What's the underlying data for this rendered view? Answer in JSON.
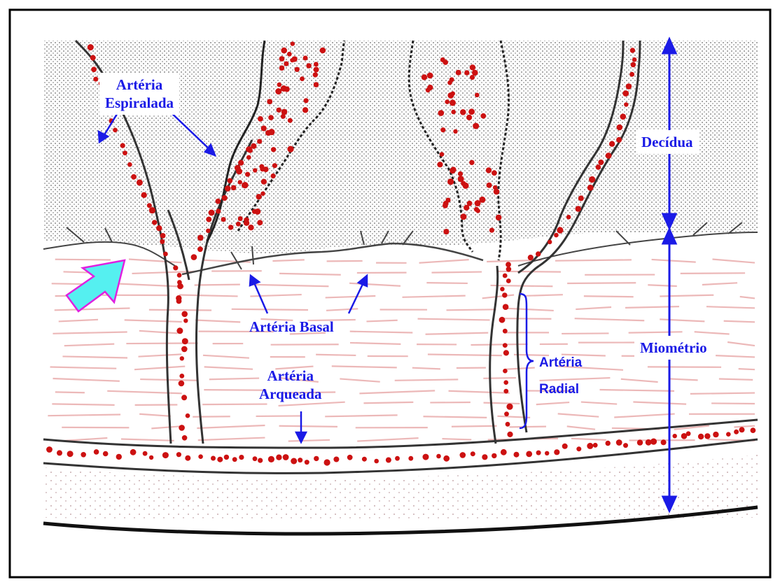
{
  "labels": {
    "arteria_espiralada": [
      "Artéria",
      "Espiralada"
    ],
    "decidua": "Decídua",
    "arteria_basal": "Artéria Basal",
    "miometrio": "Miométrio",
    "arteria_radial": [
      "Artéria",
      "Radial"
    ],
    "arteria_arqueada": [
      "Artéria",
      "Arqueada"
    ]
  },
  "colors": {
    "label": "#1a1ae6",
    "arrow": "#1a1ae6",
    "vessel_outline": "#333333",
    "blood_cell": "#cc1111",
    "myometrium_lines": "#e8b0b0",
    "highlight_arrow_fill": "#55f0f0",
    "highlight_arrow_stroke": "#e020e0"
  }
}
